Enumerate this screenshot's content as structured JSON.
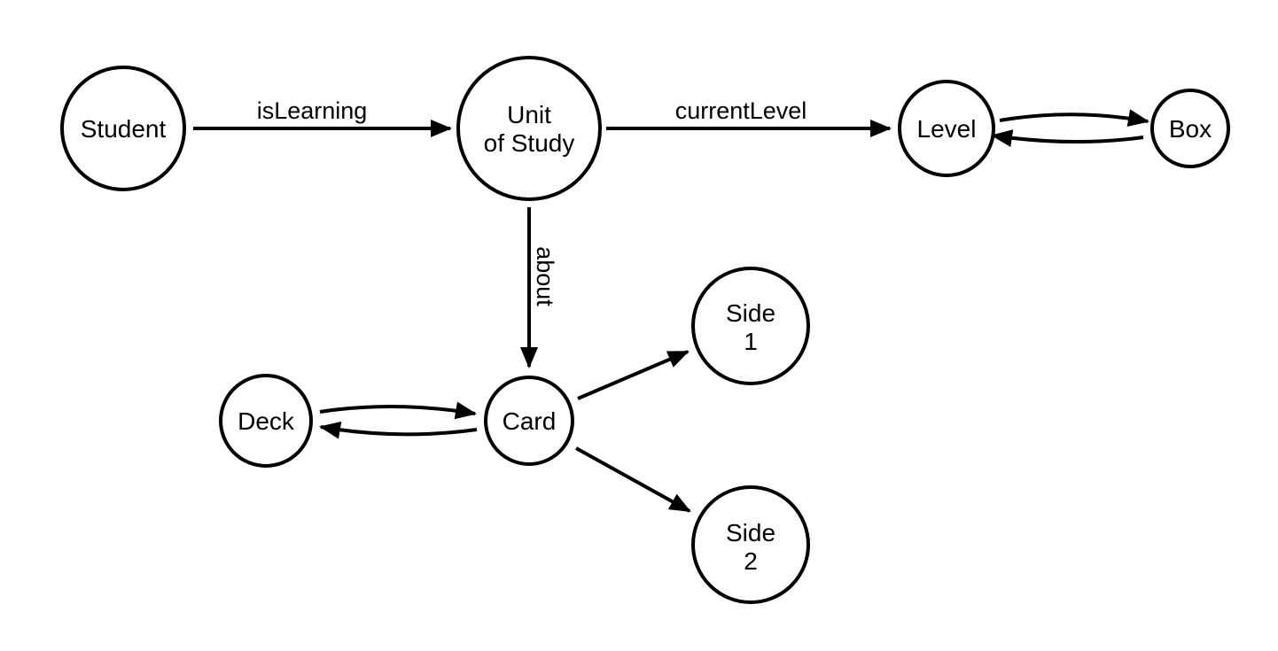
{
  "diagram": {
    "nodes": {
      "student": {
        "label": "Student"
      },
      "unit_of_study": {
        "label_line1": "Unit",
        "label_line2": "of Study"
      },
      "level": {
        "label": "Level"
      },
      "box": {
        "label": "Box"
      },
      "deck": {
        "label": "Deck"
      },
      "card": {
        "label": "Card"
      },
      "side1": {
        "label_line1": "Side",
        "label_line2": "1"
      },
      "side2": {
        "label_line1": "Side",
        "label_line2": "2"
      }
    },
    "edges": {
      "is_learning": {
        "label": "isLearning"
      },
      "current_level": {
        "label": "currentLevel"
      },
      "about": {
        "label": "about"
      }
    },
    "colors": {
      "stroke": "#000000",
      "background": "#ffffff"
    }
  }
}
